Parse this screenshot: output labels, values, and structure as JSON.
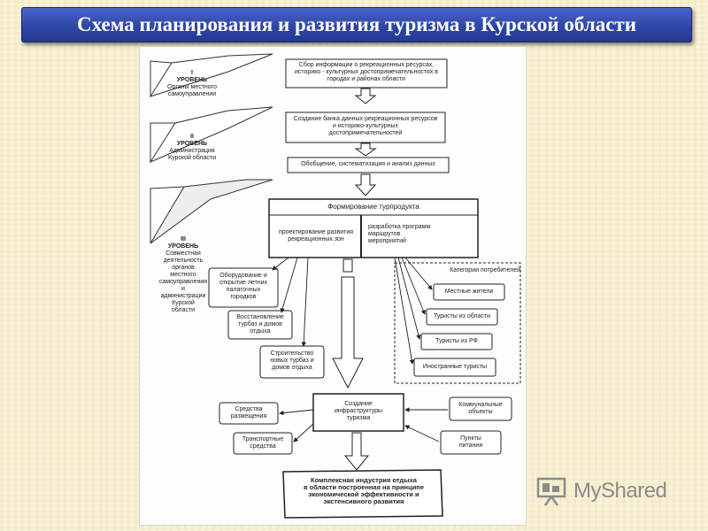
{
  "title": "Схема планирования и развития туризма в Курской области",
  "levels": [
    {
      "name": "I\nУРОВЕНЬ",
      "desc": "Органы местного\nсамоуправления"
    },
    {
      "name": "II\nУРОВЕНЬ",
      "desc": "Администрация\nКурской области"
    },
    {
      "name": "III\nУРОВЕНЬ",
      "desc": "Совместная\nдеятельность\nорганов\nместного\nсамоуправления\nи\nадминистрации\nКурской\nобласти"
    }
  ],
  "boxes": {
    "collect": "Сбор информации о рекреационных ресурсах,\nисторико - культурных достопримечательностях в\nгородах и районах области",
    "bank": "Создание банка данных рекреационных ресурсов\nи историко-культурных\nдостопримечательностей",
    "systematize": "Обобщение, систематизация и анализ данных",
    "product_title": "Формирование турпродукта",
    "product_left": "проектирование развития\nрекреационных зон",
    "product_right": "разработка программ\nмаршрутов\nмероприятий",
    "equip": "Оборудование и\nоткрытие летних\nпалаточных\nгородков",
    "restore": "Восстановление\nтурбаз и домов\nотдыха",
    "build": "Строительство\nновых турбаз и\nдомов отдыха",
    "infra": "Создание\nинфраструктуры\nтуризма",
    "catering_left": "Средства\nразмещения",
    "transport": "Транспортные\nсредства",
    "communal": "Коммунальные\nобъекты",
    "food": "Пункты\nпитания",
    "result": "Комплексная индустрия отдыха\nв области построенная на принципе\nэкономической эффективности и\nэкстенсивного развития"
  },
  "consumers": {
    "title": "Категории потребителей",
    "items": [
      "Местные жители",
      "Туристы из области",
      "Туристы из РФ",
      "Иностранные туристы"
    ]
  },
  "logo": {
    "text": "MyShared",
    "icon": "presentation-board-icon",
    "color": "#8b8b8b"
  }
}
